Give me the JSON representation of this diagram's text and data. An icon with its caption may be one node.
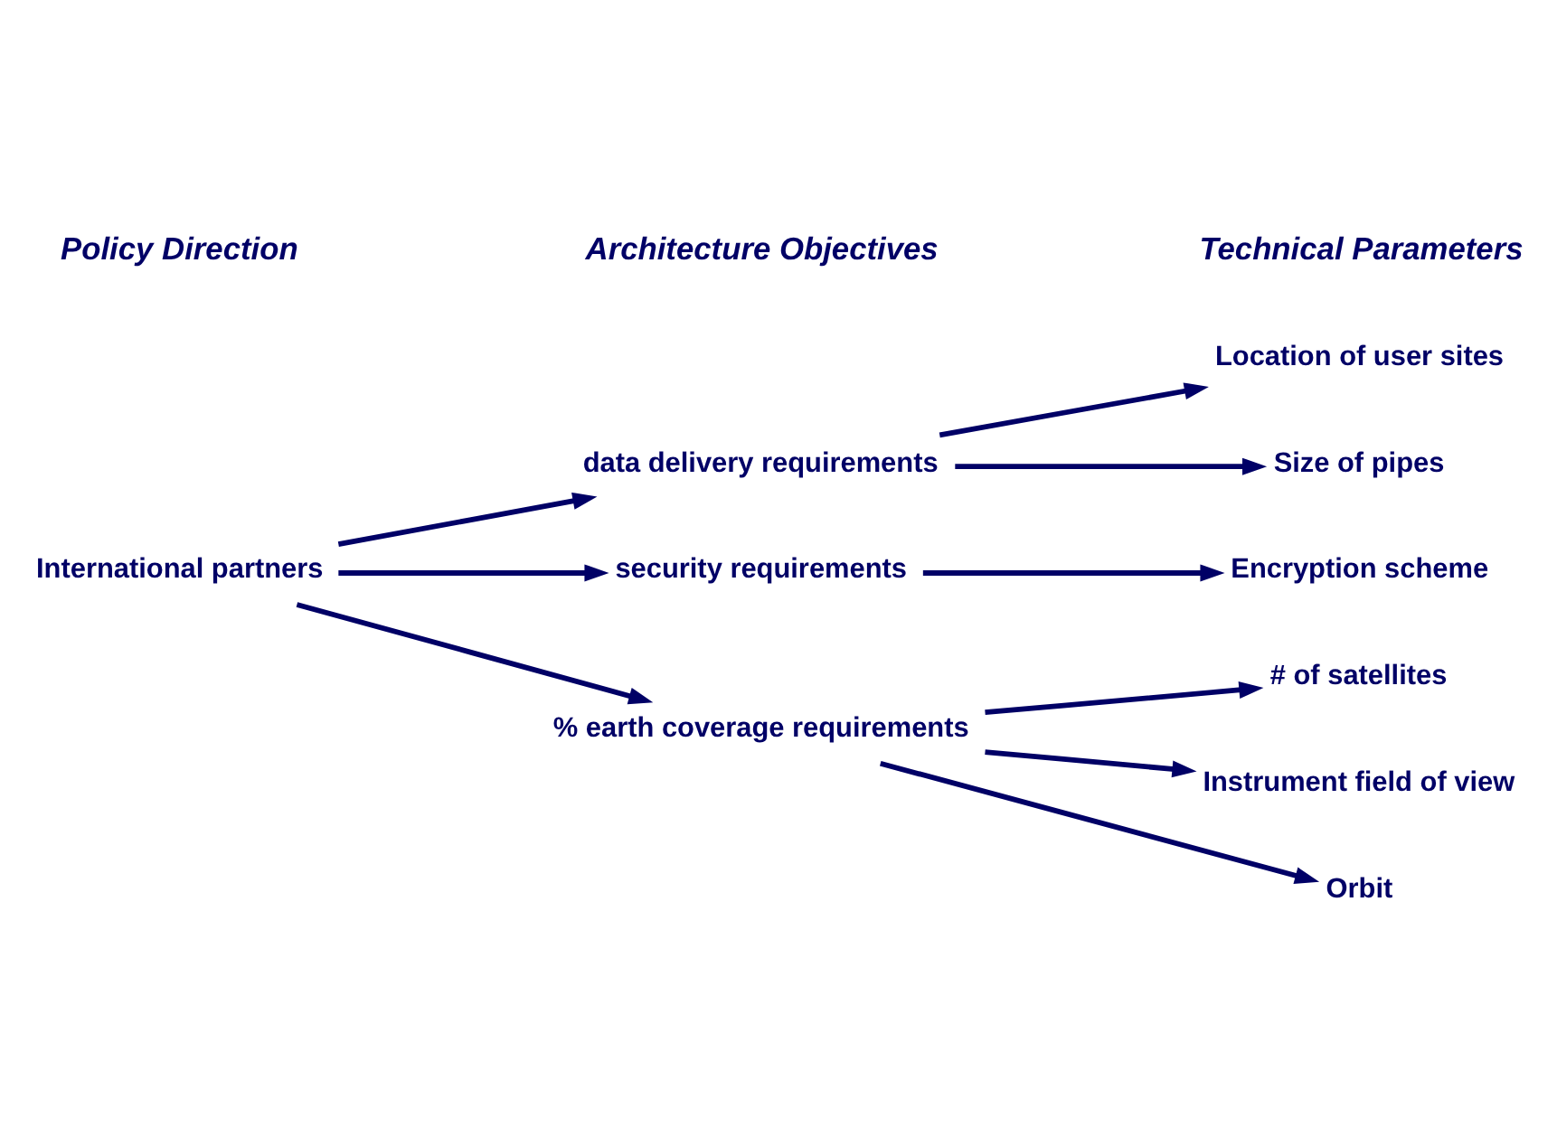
{
  "diagram": {
    "nodes": [
      {
        "text": [
          "International partners"
        ]
      },
      {
        "text": [
          "data delivery requirements"
        ]
      },
      {
        "text": [
          "security requirements"
        ]
      },
      {
        "text": [
          "% earth coverage requirements"
        ]
      },
      {
        "text": [
          "Location of user sites"
        ]
      },
      {
        "text": [
          "Size of pipes"
        ]
      },
      {
        "text": [
          "Encryption scheme"
        ]
      },
      {
        "text": [
          "# of satellites"
        ]
      },
      {
        "text": [
          "Instrument field of view"
        ]
      },
      {
        "text": [
          "Orbit"
        ]
      }
    ],
    "edges": [
      {
        "from": 0,
        "to": 1,
        "arrow": "to"
      },
      {
        "from": 0,
        "to": 2,
        "arrow": "to"
      },
      {
        "from": 0,
        "to": 3,
        "arrow": "to"
      },
      {
        "from": 1,
        "to": 4,
        "arrow": "to"
      },
      {
        "from": 1,
        "to": 5,
        "arrow": "to"
      },
      {
        "from": 2,
        "to": 6,
        "arrow": "to"
      },
      {
        "from": 3,
        "to": 7,
        "arrow": "to"
      },
      {
        "from": 3,
        "to": 8,
        "arrow": "to"
      },
      {
        "from": 3,
        "to": 9,
        "arrow": "to"
      }
    ],
    "labels": [
      "Policy Direction",
      "Architecture Objectives",
      "Technical Parameters"
    ]
  }
}
